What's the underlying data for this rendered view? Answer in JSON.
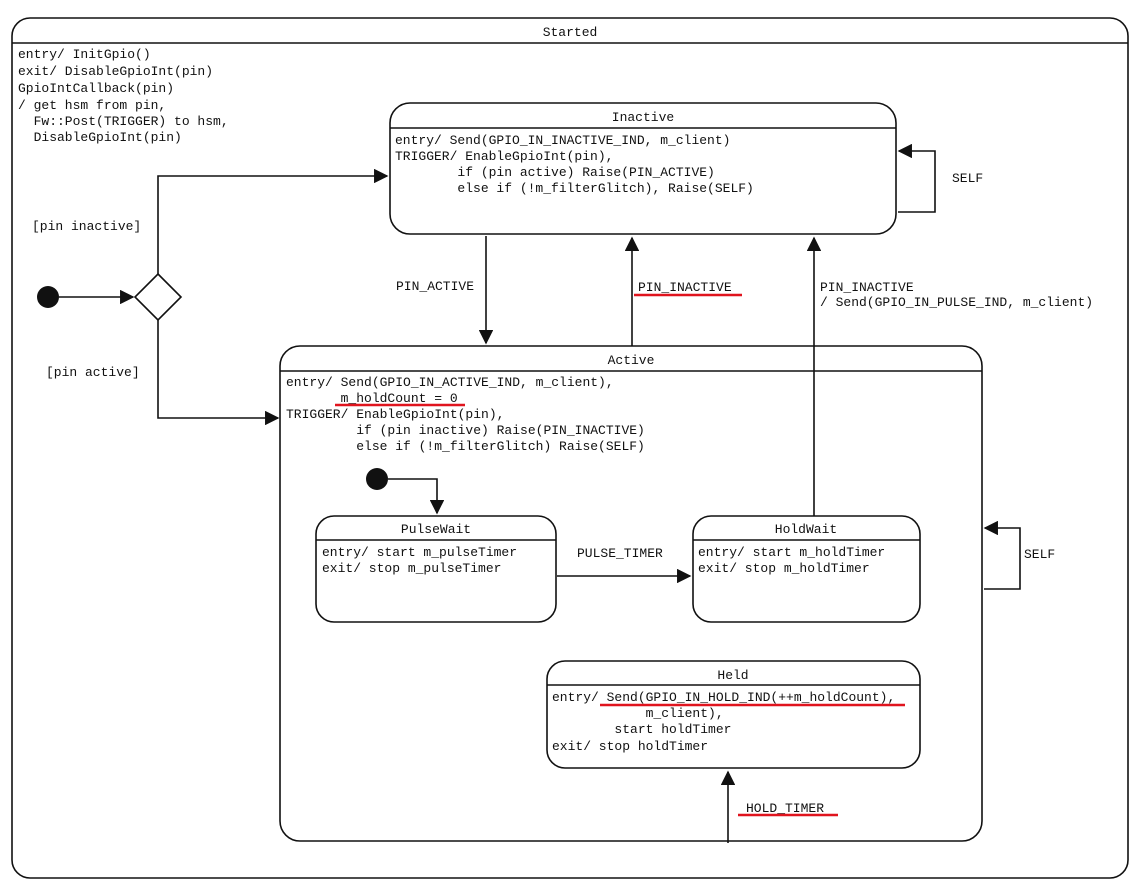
{
  "accent_color": "#e0141e",
  "started": {
    "title": "Started",
    "actions": [
      "entry/ InitGpio()",
      "exit/ DisableGpioInt(pin)",
      "GpioIntCallback(pin)",
      "/ get hsm from pin,",
      "  Fw::Post(TRIGGER) to hsm,",
      "  DisableGpioInt(pin)"
    ]
  },
  "inactive": {
    "title": "Inactive",
    "actions": [
      "entry/ Send(GPIO_IN_INACTIVE_IND, m_client)",
      "TRIGGER/ EnableGpioInt(pin),",
      "        if (pin active) Raise(PIN_ACTIVE)",
      "        else if (!m_filterGlitch), Raise(SELF)"
    ]
  },
  "active": {
    "title": "Active",
    "actions": [
      "entry/ Send(GPIO_IN_ACTIVE_IND, m_client),",
      "       m_holdCount = 0",
      "TRIGGER/ EnableGpioInt(pin),",
      "         if (pin inactive) Raise(PIN_INACTIVE)",
      "         else if (!m_filterGlitch) Raise(SELF)"
    ]
  },
  "pulse_wait": {
    "title": "PulseWait",
    "actions": [
      "entry/ start m_pulseTimer",
      "exit/ stop m_pulseTimer"
    ]
  },
  "hold_wait": {
    "title": "HoldWait",
    "actions": [
      "entry/ start m_holdTimer",
      "exit/ stop m_holdTimer"
    ]
  },
  "held": {
    "title": "Held",
    "actions": [
      "entry/ Send(GPIO_IN_HOLD_IND(++m_holdCount),",
      "            m_client),",
      "        start holdTimer",
      "exit/ stop holdTimer"
    ]
  },
  "transitions": {
    "pin_inactive_guard": "[pin inactive]",
    "pin_active_guard": "[pin active]",
    "self_inactive": "SELF",
    "self_active": "SELF",
    "pin_active": "PIN_ACTIVE",
    "pin_inactive": "PIN_INACTIVE",
    "pin_inactive_hold_line1": "PIN_INACTIVE",
    "pin_inactive_hold_line2": "/ Send(GPIO_IN_PULSE_IND, m_client)",
    "pulse_timer": "PULSE_TIMER",
    "hold_timer": "HOLD_TIMER"
  }
}
